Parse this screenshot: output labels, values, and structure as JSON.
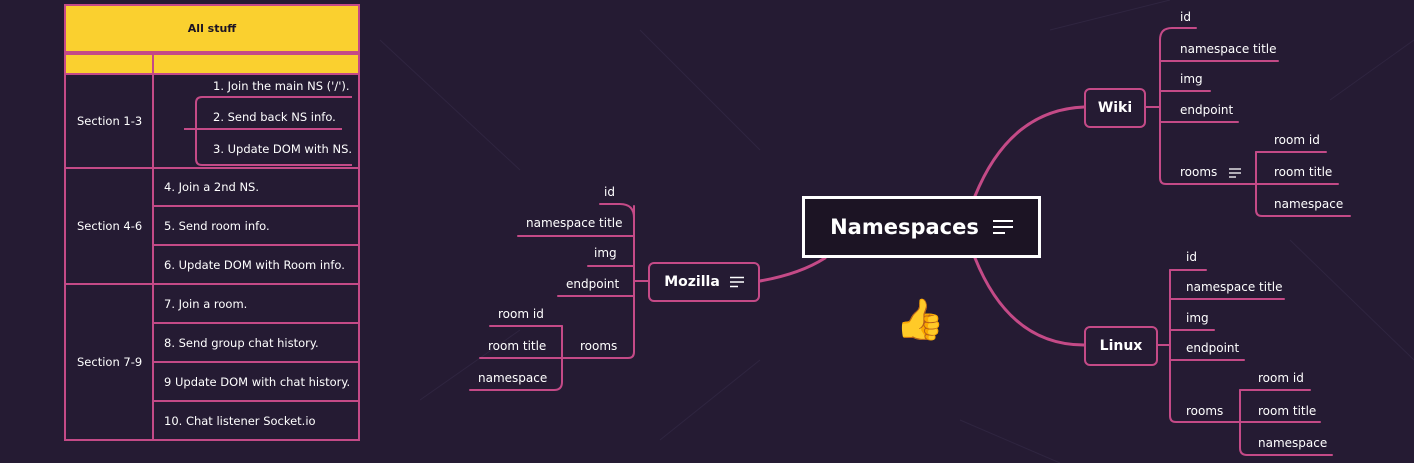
{
  "table": {
    "header": "All stuff",
    "sections": [
      {
        "label": "Section 1-3",
        "items": [
          "1. Join the main NS ('/').",
          "2. Send back NS info.",
          "3. Update DOM with NS."
        ]
      },
      {
        "label": "Section 4-6",
        "items": [
          "4. Join a 2nd NS.",
          "5. Send room info.",
          "6. Update DOM with Room info."
        ]
      },
      {
        "label": "Section 7-9",
        "items": [
          "7. Join a room.",
          "8. Send group chat history.",
          "9 Update DOM with chat history.",
          "10. Chat listener Socket.io"
        ]
      }
    ]
  },
  "mindmap": {
    "central": "Namespaces",
    "central_icon": "notes-lines-icon",
    "mozilla": {
      "label": "Mozilla",
      "icon": "notes-lines-icon",
      "fields": [
        "id",
        "namespace title",
        "img",
        "endpoint",
        "rooms"
      ],
      "rooms": [
        "room id",
        "room title",
        "namespace"
      ]
    },
    "wiki": {
      "label": "Wiki",
      "fields": [
        "id",
        "namespace title",
        "img",
        "endpoint",
        "rooms"
      ],
      "rooms_icon": "notes-lines-icon",
      "rooms": [
        "room id",
        "room title",
        "namespace"
      ]
    },
    "linux": {
      "label": "Linux",
      "fields": [
        "id",
        "namespace title",
        "img",
        "endpoint",
        "rooms"
      ],
      "rooms": [
        "room id",
        "room title",
        "namespace"
      ]
    },
    "sticker": "thumbs-up-icon"
  },
  "colors": {
    "background": "#251b33",
    "branch": "#c44a87",
    "header": "#fad02f",
    "text": "#ffffff"
  }
}
